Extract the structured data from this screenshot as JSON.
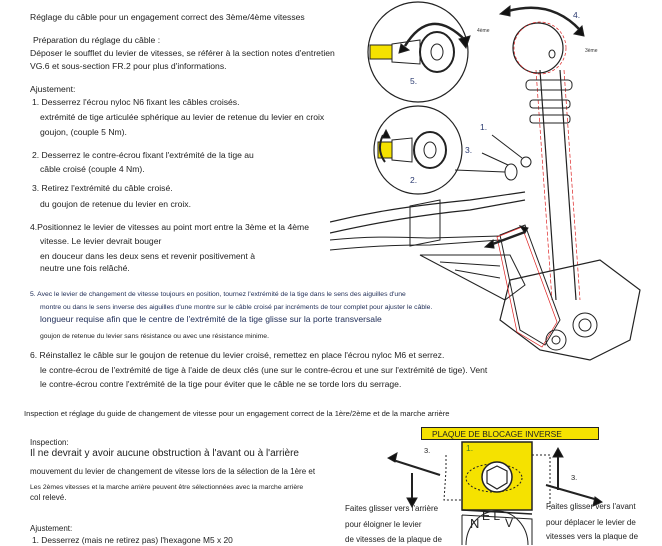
{
  "section1": {
    "title": "Réglage du câble pour un engagement correct des 3ème/4ème vitesses",
    "prep_heading": "Préparation du réglage du câble :",
    "prep_lines": [
      "Déposer le soufflet du levier de vitesses, se référer à la section notes d'entretien",
      "VG.6 et sous-section FR.2 pour plus d'informations."
    ],
    "adjust_heading": "Ajustement:",
    "step1": [
      "1. Desserrez l'écrou nyloc N6 fixant les câbles croisés.",
      "extrémité de tige articulée sphérique au levier de retenue du levier en croix",
      "goujon, (couple 5 Nm)."
    ],
    "step2": [
      "2. Desserrez le contre-écrou fixant l'extrémité de la tige au",
      "câble croisé (couple 4 Nm)."
    ],
    "step3": [
      "3. Retirez l'extrémité du câble croisé.",
      "du goujon de retenue du levier en croix."
    ],
    "step4": [
      "4.Positionnez le levier de vitesses au point mort entre la 3ème et la 4ème",
      "vitesse. Le levier devrait bouger",
      "en douceur dans les deux sens et revenir positivement à",
      "neutre une fois relâché."
    ],
    "step5": [
      "5. Avec le levier de changement de vitesse toujours en position, tournez l'extrémité de la tige dans le sens des aiguilles d'une",
      "montre ou dans le sens inverse des aiguilles d'une montre sur le câble croisé par incréments de tour complet pour ajuster le câble.",
      "longueur requise afin que le centre de l'extrémité de la tige glisse sur la porte transversale",
      "goujon de retenue du levier sans résistance ou avec une résistance minime."
    ],
    "step6": [
      "6. Réinstallez le câble sur le goujon de retenue du levier croisé, remettez en place l'écrou nyloc M6 et serrez.",
      "le contre-écrou de l'extrémité de tige à l'aide de deux clés (une sur le contre-écrou et une sur l'extrémité de tige). Vent",
      "le contre-écrou contre l'extrémité de la tige pour éviter que le câble ne se torde lors du serrage."
    ]
  },
  "diagram1": {
    "labels": {
      "n1": "1.",
      "n2": "2.",
      "n3": "3.",
      "n4": "4.",
      "n5": "5.",
      "g4": "4ème",
      "g3": "3ème"
    },
    "accent_yellow": "#f5e200",
    "accent_red": "#d22"
  },
  "section2": {
    "title": "Inspection et réglage du guide de changement de vitesse pour un engagement correct de la 1ère/2ème et de la marche arrière",
    "inspection_heading": "Inspection:",
    "inspection_lines": [
      "Il ne devrait y avoir aucune obstruction à l'avant ou à l'arrière",
      "mouvement du levier de changement de vitesse lors de la sélection de la 1ère et",
      "Les 2èmes vitesses et la marche arrière peuvent être sélectionnées avec la marche arrière",
      "col relevé."
    ],
    "adjust_heading": "Ajustement:",
    "step1": "1. Desserrez (mais ne retirez pas) l'hexagone M5 x 20"
  },
  "diagram2": {
    "plate_title": "PLAQUE DE BLOCAGE INVERSE",
    "n1": "1.",
    "n3_left": "3.",
    "n3_right": "3.",
    "left_caption": [
      "Faites glisser vers l'arrière",
      "pour éloigner le levier",
      "de vitesses de la plaque de"
    ],
    "right_caption": [
      "Faites glisser vers l'avant",
      "pour déplacer le levier de",
      "vitesses vers la plaque de"
    ]
  }
}
